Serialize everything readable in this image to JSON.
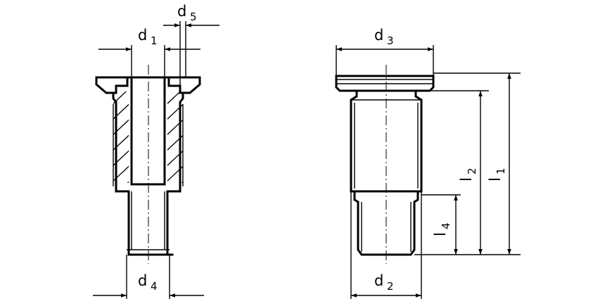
{
  "dimensions": [
    {
      "id": "d1",
      "base": "d",
      "sub": "1"
    },
    {
      "id": "d5",
      "base": "d",
      "sub": "5"
    },
    {
      "id": "d4",
      "base": "d",
      "sub": "4"
    },
    {
      "id": "d3",
      "base": "d",
      "sub": "3"
    },
    {
      "id": "d2",
      "base": "d",
      "sub": "2"
    },
    {
      "id": "l1",
      "base": "l",
      "sub": "1"
    },
    {
      "id": "l2",
      "base": "l",
      "sub": "2"
    },
    {
      "id": "l4",
      "base": "l",
      "sub": "4"
    }
  ]
}
